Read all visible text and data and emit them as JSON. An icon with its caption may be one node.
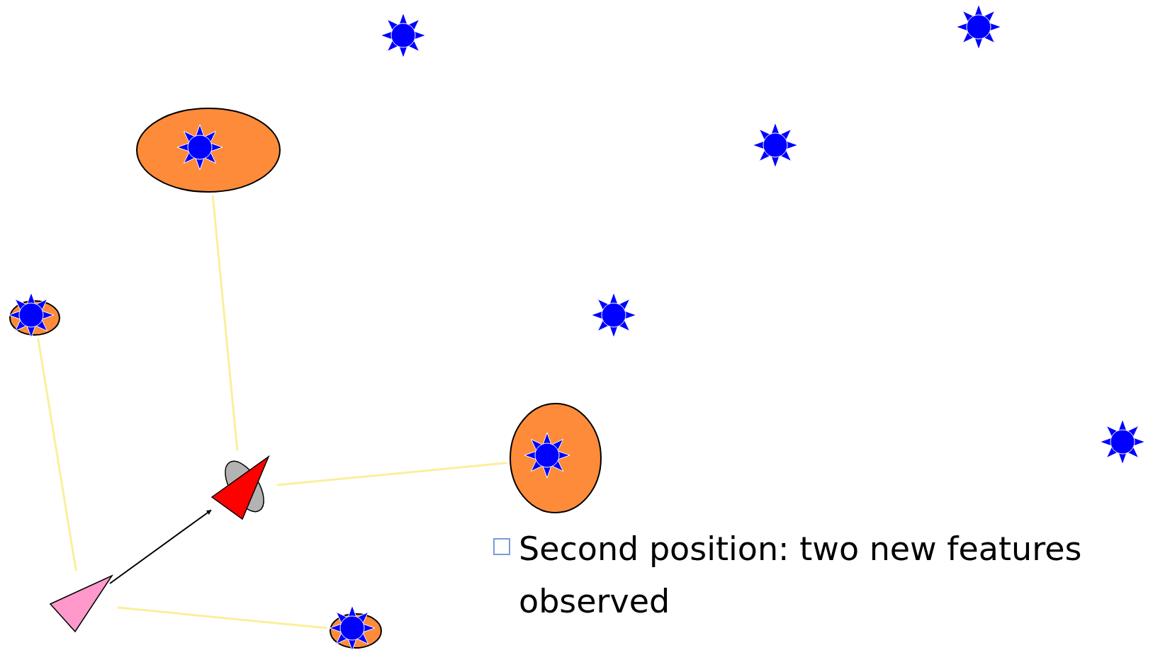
{
  "diagram": {
    "nodes": [
      {
        "text": [],
        "shape": "ellipse"
      },
      {
        "text": [],
        "shape": "ellipse"
      },
      {
        "text": [],
        "shape": "ellipse"
      },
      {
        "text": [],
        "shape": "ellipse"
      },
      {
        "text": [],
        "shape": "triangle"
      },
      {
        "text": [],
        "shape": "triangle"
      }
    ],
    "edges": [
      {
        "from": 4,
        "to": 1,
        "arrow": "none"
      },
      {
        "from": 4,
        "to": 3,
        "arrow": "none"
      },
      {
        "from": 5,
        "to": 0,
        "arrow": "none"
      },
      {
        "from": 5,
        "to": 2,
        "arrow": "none"
      },
      {
        "from": 4,
        "to": 5,
        "arrow": "to",
        "color": "#000000"
      }
    ],
    "labels": [
      "Second position: two new features observed"
    ]
  }
}
